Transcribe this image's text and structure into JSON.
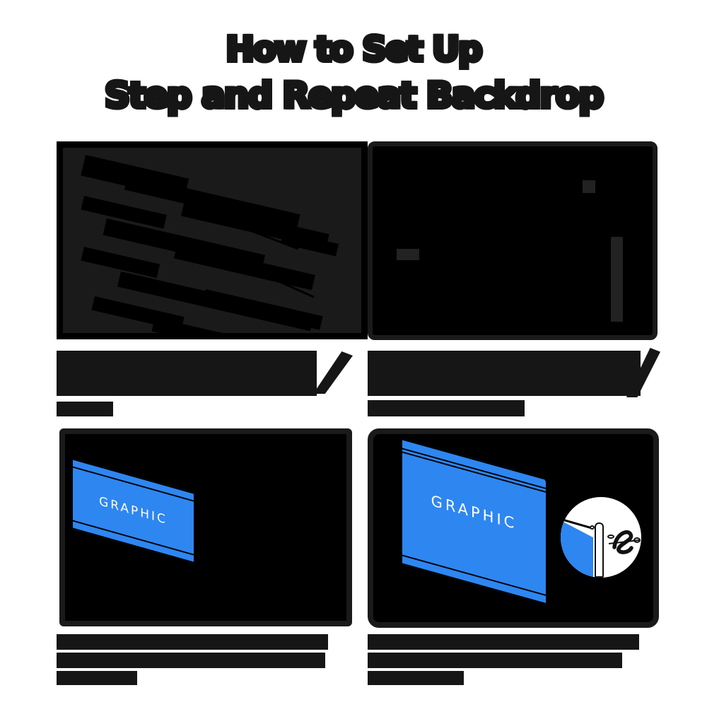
{
  "title": {
    "line1": "How to Set Up",
    "line2": "Step and Repeat Backdrop"
  },
  "banner": {
    "label": "GRAPHIC"
  },
  "colors": {
    "page_bg": "#FFFFFF",
    "ink": "#161616",
    "panel_fill": "#000000",
    "panel_border": "#1A1A1A",
    "panel1_fill": "#1A1A1A",
    "accent_blue": "#2E86F0",
    "banner_text": "#FFFFFF",
    "callout_bg": "#FFFFFF"
  },
  "redacted": {
    "step_label_left": {
      "legible": false,
      "lines": 2
    },
    "step_label_right": {
      "legible": false,
      "lines": 2
    },
    "caption_left": {
      "legible": false,
      "lines": 3
    },
    "caption_right": {
      "legible": false,
      "lines": 3
    }
  }
}
